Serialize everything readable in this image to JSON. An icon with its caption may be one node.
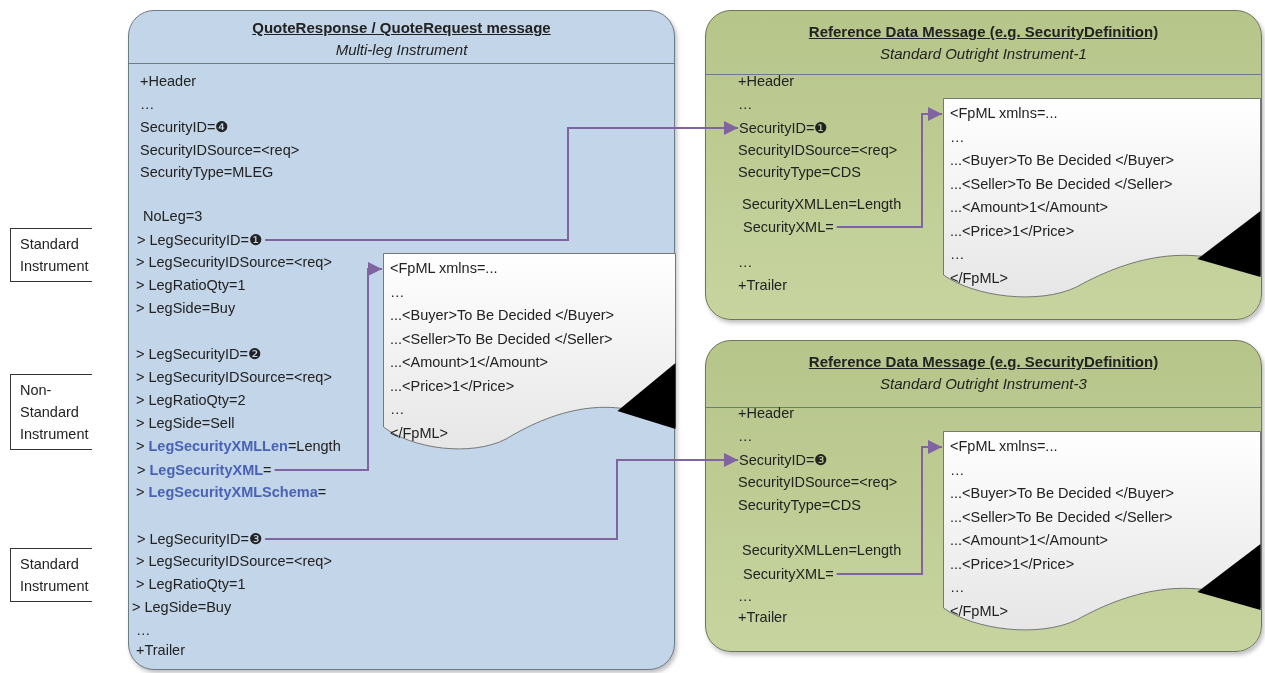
{
  "diagram": {
    "nodes": [
      {
        "text": [
          "QuoteResponse / QuoteRequest message",
          "Multi-leg Instrument"
        ]
      },
      {
        "text": [
          "> LegSecurityID=❶"
        ],
        "in": 0
      },
      {
        "text": [
          "<FpML xmlns=...",
          "…",
          "...<Buyer>To Be Decided </Buyer>",
          "...<Seller>To Be Decided </Seller>",
          "...<Amount>1</Amount>",
          "...<Price>1</Price>",
          "…",
          "</FpML>"
        ],
        "in": 0
      },
      {
        "text": [
          "> **LegSecurityXML**="
        ],
        "in": 0
      },
      {
        "text": [
          "> LegSecurityID=❸"
        ],
        "in": 0
      },
      {
        "text": [
          "Reference Data Message (e.g. SecurityDefinition)",
          "Standard Outright Instrument-1"
        ]
      },
      {
        "text": [
          "SecurityID=❶"
        ],
        "in": 5
      },
      {
        "text": [
          "SecurityXML="
        ],
        "in": 5
      },
      {
        "text": [
          "<FpML xmlns=...",
          "…",
          "...<Buyer>To Be Decided </Buyer>",
          "...<Seller>To Be Decided </Seller>",
          "...<Amount>1</Amount>",
          "...<Price>1</Price>",
          "…",
          "</FpML>"
        ],
        "in": 5
      },
      {
        "text": [
          "Reference Data Message (e.g. SecurityDefinition)",
          "Standard Outright Instrument-3"
        ]
      },
      {
        "text": [
          "SecurityID=❸"
        ],
        "in": 9
      },
      {
        "text": [
          "SecurityXML="
        ],
        "in": 9
      },
      {
        "text": [
          "<FpML xmlns=...",
          "…",
          "...<Buyer>To Be Decided </Buyer>",
          "...<Seller>To Be Decided </Seller>",
          "...<Amount>1</Amount>",
          "...<Price>1</Price>",
          "…",
          "</FpML>"
        ],
        "in": 9
      }
    ],
    "edges": [
      {
        "from": 1,
        "to": 6,
        "arrow": "to"
      },
      {
        "from": 3,
        "to": 2,
        "arrow": "to"
      },
      {
        "from": 4,
        "to": 10,
        "arrow": "to"
      },
      {
        "from": 7,
        "to": 8,
        "arrow": "to"
      },
      {
        "from": 11,
        "to": 12,
        "arrow": "to"
      }
    ],
    "labels": [
      "+Header",
      "…",
      "SecurityID=❹",
      "SecurityIDSource=<req>",
      "SecurityType=MLEG",
      "NoLeg=3",
      "Standard Instrument",
      "> LegSecurityIDSource=<req>",
      "> LegRatioQty=1",
      "> LegSide=Buy",
      "> LegSecurityID=❷",
      "Non-Standard Instrument",
      "> LegSecurityIDSource=<req>",
      "> LegRatioQty=2",
      "> LegSide=Sell",
      "> **LegSecurityXMLLen**=Length",
      "> **LegSecurityXMLSchema**=",
      "Standard Instrument",
      "> LegSecurityIDSource=<req>",
      "> LegRatioQty=1",
      "> LegSide=Buy",
      "…",
      "+Trailer",
      "+Header",
      "…",
      "SecurityIDSource=<req>",
      "SecurityType=CDS",
      "SecurityXMLLen=Length",
      "…",
      "+Trailer",
      "+Header",
      "…",
      "SecurityIDSource=<req>",
      "SecurityType=CDS",
      "SecurityXMLLen=Length",
      "…",
      "+Trailer"
    ]
  }
}
